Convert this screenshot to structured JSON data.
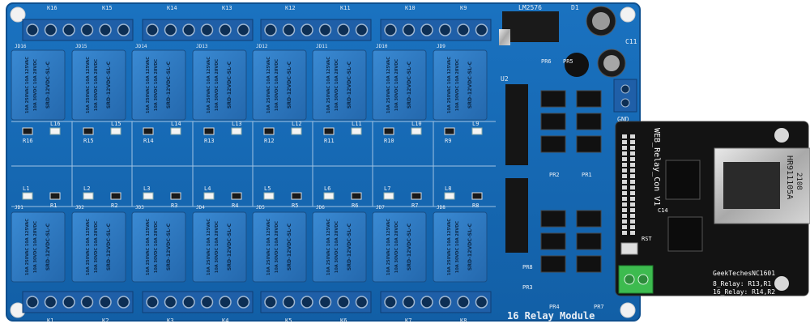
{
  "board": {
    "title": "16 Relay Module",
    "regulator": "LM2576",
    "diode": "D1",
    "cap": "C11",
    "gnd": "GND",
    "ic": "U2",
    "top_connectors": [
      "K16",
      "K15",
      "K14",
      "K13",
      "K12",
      "K11",
      "K10",
      "K9"
    ],
    "bottom_connectors": [
      "K1",
      "K2",
      "K3",
      "K4",
      "K5",
      "K6",
      "K7",
      "K8"
    ],
    "top_jd": [
      "JD16",
      "JD15",
      "JD14",
      "JD13",
      "JD12",
      "JD11",
      "JD10",
      "JD9"
    ],
    "bottom_jd": [
      "JD1",
      "JD2",
      "JD3",
      "JD4",
      "JD5",
      "JD6",
      "JD7",
      "JD8"
    ],
    "relay_model": "SRD-12VDC-SL-C",
    "relay_rating_1": "10A 250VAC  10A 125VAC",
    "relay_rating_2": "10A 30VDC   10A 28VDC",
    "upper_leds": [
      "L16",
      "L15",
      "L14",
      "L13",
      "L12",
      "L11",
      "L10",
      "L9"
    ],
    "upper_res": [
      "R16",
      "R15",
      "R14",
      "R13",
      "R12",
      "R11",
      "R10",
      "R9"
    ],
    "lower_leds": [
      "L1",
      "L2",
      "L3",
      "L4",
      "L5",
      "L6",
      "L7",
      "L8"
    ],
    "lower_res": [
      "R1",
      "R2",
      "R3",
      "R4",
      "R5",
      "R6",
      "R7",
      "R8"
    ],
    "pr_labels": [
      "PR6",
      "PR5",
      "PR2",
      "PR1",
      "PR8",
      "PR4",
      "PR7",
      "PR3"
    ]
  },
  "ethernet_module": {
    "title": "WEB_Relay_Con V1",
    "brand": "GeekTechesNC1601",
    "line1": "8_Relay: R13,R1",
    "line2": "16_Relay: R14,R2",
    "magjack": "HR911105A",
    "magjack_code": "2108",
    "rst": "RST",
    "mac": "C14"
  },
  "colors": {
    "pcb": "#1668b3",
    "relay": "#2f7dc6",
    "terminal": "#1f5fa8",
    "eth_pcb": "#121212",
    "green_terminal": "#3dbb4f"
  }
}
